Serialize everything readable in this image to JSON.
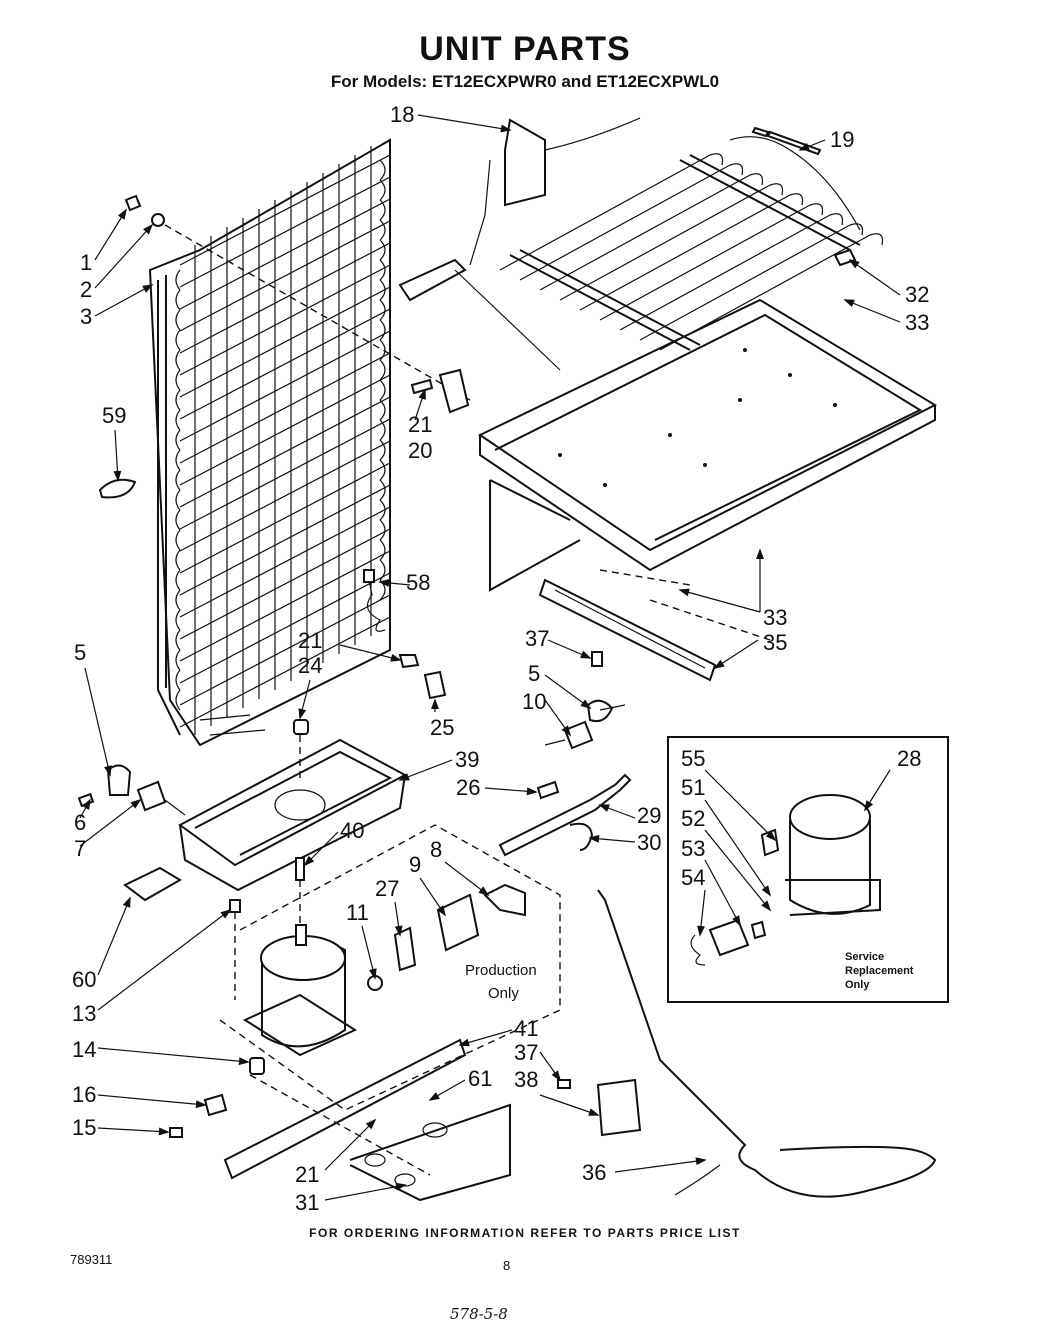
{
  "header": {
    "title": "UNIT PARTS",
    "subtitle": "For Models: ET12ECXPWR0 and  ET12ECXPWL0"
  },
  "callouts": [
    {
      "id": "c1",
      "label": "1"
    },
    {
      "id": "c2",
      "label": "2"
    },
    {
      "id": "c3",
      "label": "3"
    },
    {
      "id": "c59",
      "label": "59"
    },
    {
      "id": "c18",
      "label": "18"
    },
    {
      "id": "c19",
      "label": "19"
    },
    {
      "id": "c32",
      "label": "32"
    },
    {
      "id": "c33a",
      "label": "33"
    },
    {
      "id": "c21a",
      "label": "21"
    },
    {
      "id": "c20",
      "label": "20"
    },
    {
      "id": "c58",
      "label": "58"
    },
    {
      "id": "c33b",
      "label": "33"
    },
    {
      "id": "c37a",
      "label": "37"
    },
    {
      "id": "c35",
      "label": "35"
    },
    {
      "id": "c5a",
      "label": "5"
    },
    {
      "id": "c21b",
      "label": "21"
    },
    {
      "id": "c24",
      "label": "24"
    },
    {
      "id": "c25",
      "label": "25"
    },
    {
      "id": "c5b",
      "label": "5"
    },
    {
      "id": "c10",
      "label": "10"
    },
    {
      "id": "c39",
      "label": "39"
    },
    {
      "id": "c6",
      "label": "6"
    },
    {
      "id": "c7",
      "label": "7"
    },
    {
      "id": "c26",
      "label": "26"
    },
    {
      "id": "c29",
      "label": "29"
    },
    {
      "id": "c30",
      "label": "30"
    },
    {
      "id": "c40",
      "label": "40"
    },
    {
      "id": "c8",
      "label": "8"
    },
    {
      "id": "c9",
      "label": "9"
    },
    {
      "id": "c27",
      "label": "27"
    },
    {
      "id": "c11",
      "label": "11"
    },
    {
      "id": "c60",
      "label": "60"
    },
    {
      "id": "c13",
      "label": "13"
    },
    {
      "id": "c14",
      "label": "14"
    },
    {
      "id": "c41",
      "label": "41"
    },
    {
      "id": "c16",
      "label": "16"
    },
    {
      "id": "c61",
      "label": "61"
    },
    {
      "id": "c15",
      "label": "15"
    },
    {
      "id": "c21c",
      "label": "21"
    },
    {
      "id": "c31",
      "label": "31"
    },
    {
      "id": "c37b",
      "label": "37"
    },
    {
      "id": "c38",
      "label": "38"
    },
    {
      "id": "c36",
      "label": "36"
    },
    {
      "id": "c55",
      "label": "55"
    },
    {
      "id": "c51",
      "label": "51"
    },
    {
      "id": "c52",
      "label": "52"
    },
    {
      "id": "c53",
      "label": "53"
    },
    {
      "id": "c54",
      "label": "54"
    },
    {
      "id": "c28",
      "label": "28"
    }
  ],
  "notes": {
    "production_line1": "Production",
    "production_line2": "Only",
    "service_line1": "Service",
    "service_line2": "Replacement",
    "service_line3": "Only"
  },
  "footer": {
    "ordering_info": "FOR ORDERING INFORMATION REFER TO PARTS PRICE LIST",
    "doc_number": "789311",
    "page_number": "8",
    "handwritten": "578-5-8"
  }
}
